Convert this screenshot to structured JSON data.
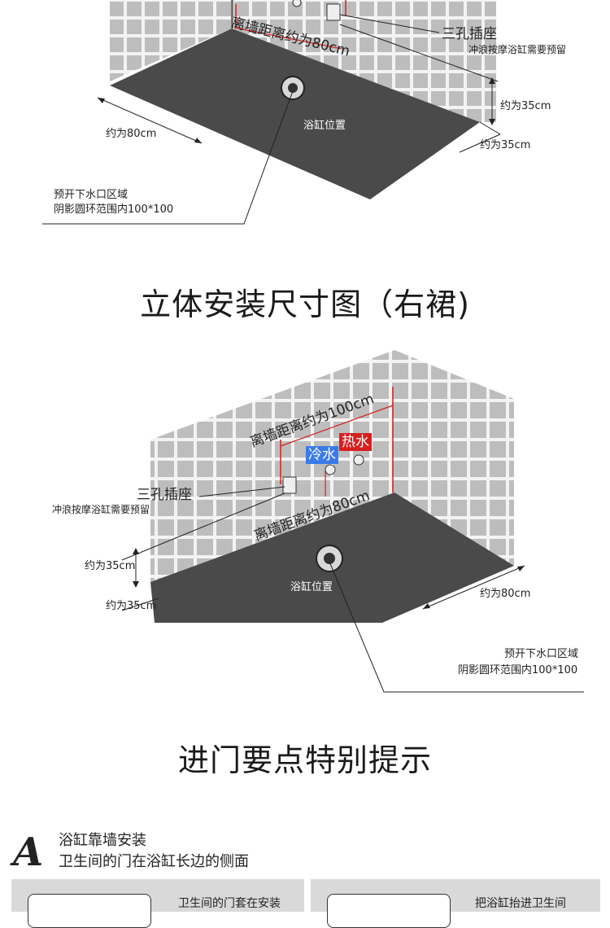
{
  "diagram_top": {
    "wall_distance": "离墙距离约为80cm",
    "socket": "三孔插座",
    "socket_note": "冲浪按摩浴缸需要预留",
    "height_35": "约为35cm",
    "depth_35": "约为35cm",
    "width_80": "约为80cm",
    "tub_position": "浴缸位置",
    "drain_note_1": "预开下水口区域",
    "drain_note_2": "阴影圆环范围内100*100"
  },
  "title_1": "立体安装尺寸图（右裙)",
  "diagram_bottom": {
    "wall_distance_100": "离墙距离约为100cm",
    "cold_water": "冷水",
    "hot_water": "热水",
    "socket": "三孔插座",
    "socket_note": "冲浪按摩浴缸需要预留",
    "wall_distance_80": "离墙距离约为80cm",
    "height_35": "约为35cm",
    "depth_35": "约为35cm",
    "tub_position": "浴缸位置",
    "width_80": "约为80cm",
    "drain_note_1": "预开下水口区域",
    "drain_note_2": "阴影圆环范围内100*100"
  },
  "title_2": "进门要点特别提示",
  "tip_a": {
    "letter": "A",
    "line1": "浴缸靠墙安装",
    "line2": "卫生间的门在浴缸长边的侧面",
    "panel_left_text": "卫生间的门套在安装",
    "panel_right_text": "把浴缸抬进卫生间"
  },
  "colors": {
    "cold": "#3b7be8",
    "hot": "#d81e1e",
    "floor": "#4a4a4a",
    "tile": "#bfbfbf",
    "grout": "#f4f4f4"
  }
}
